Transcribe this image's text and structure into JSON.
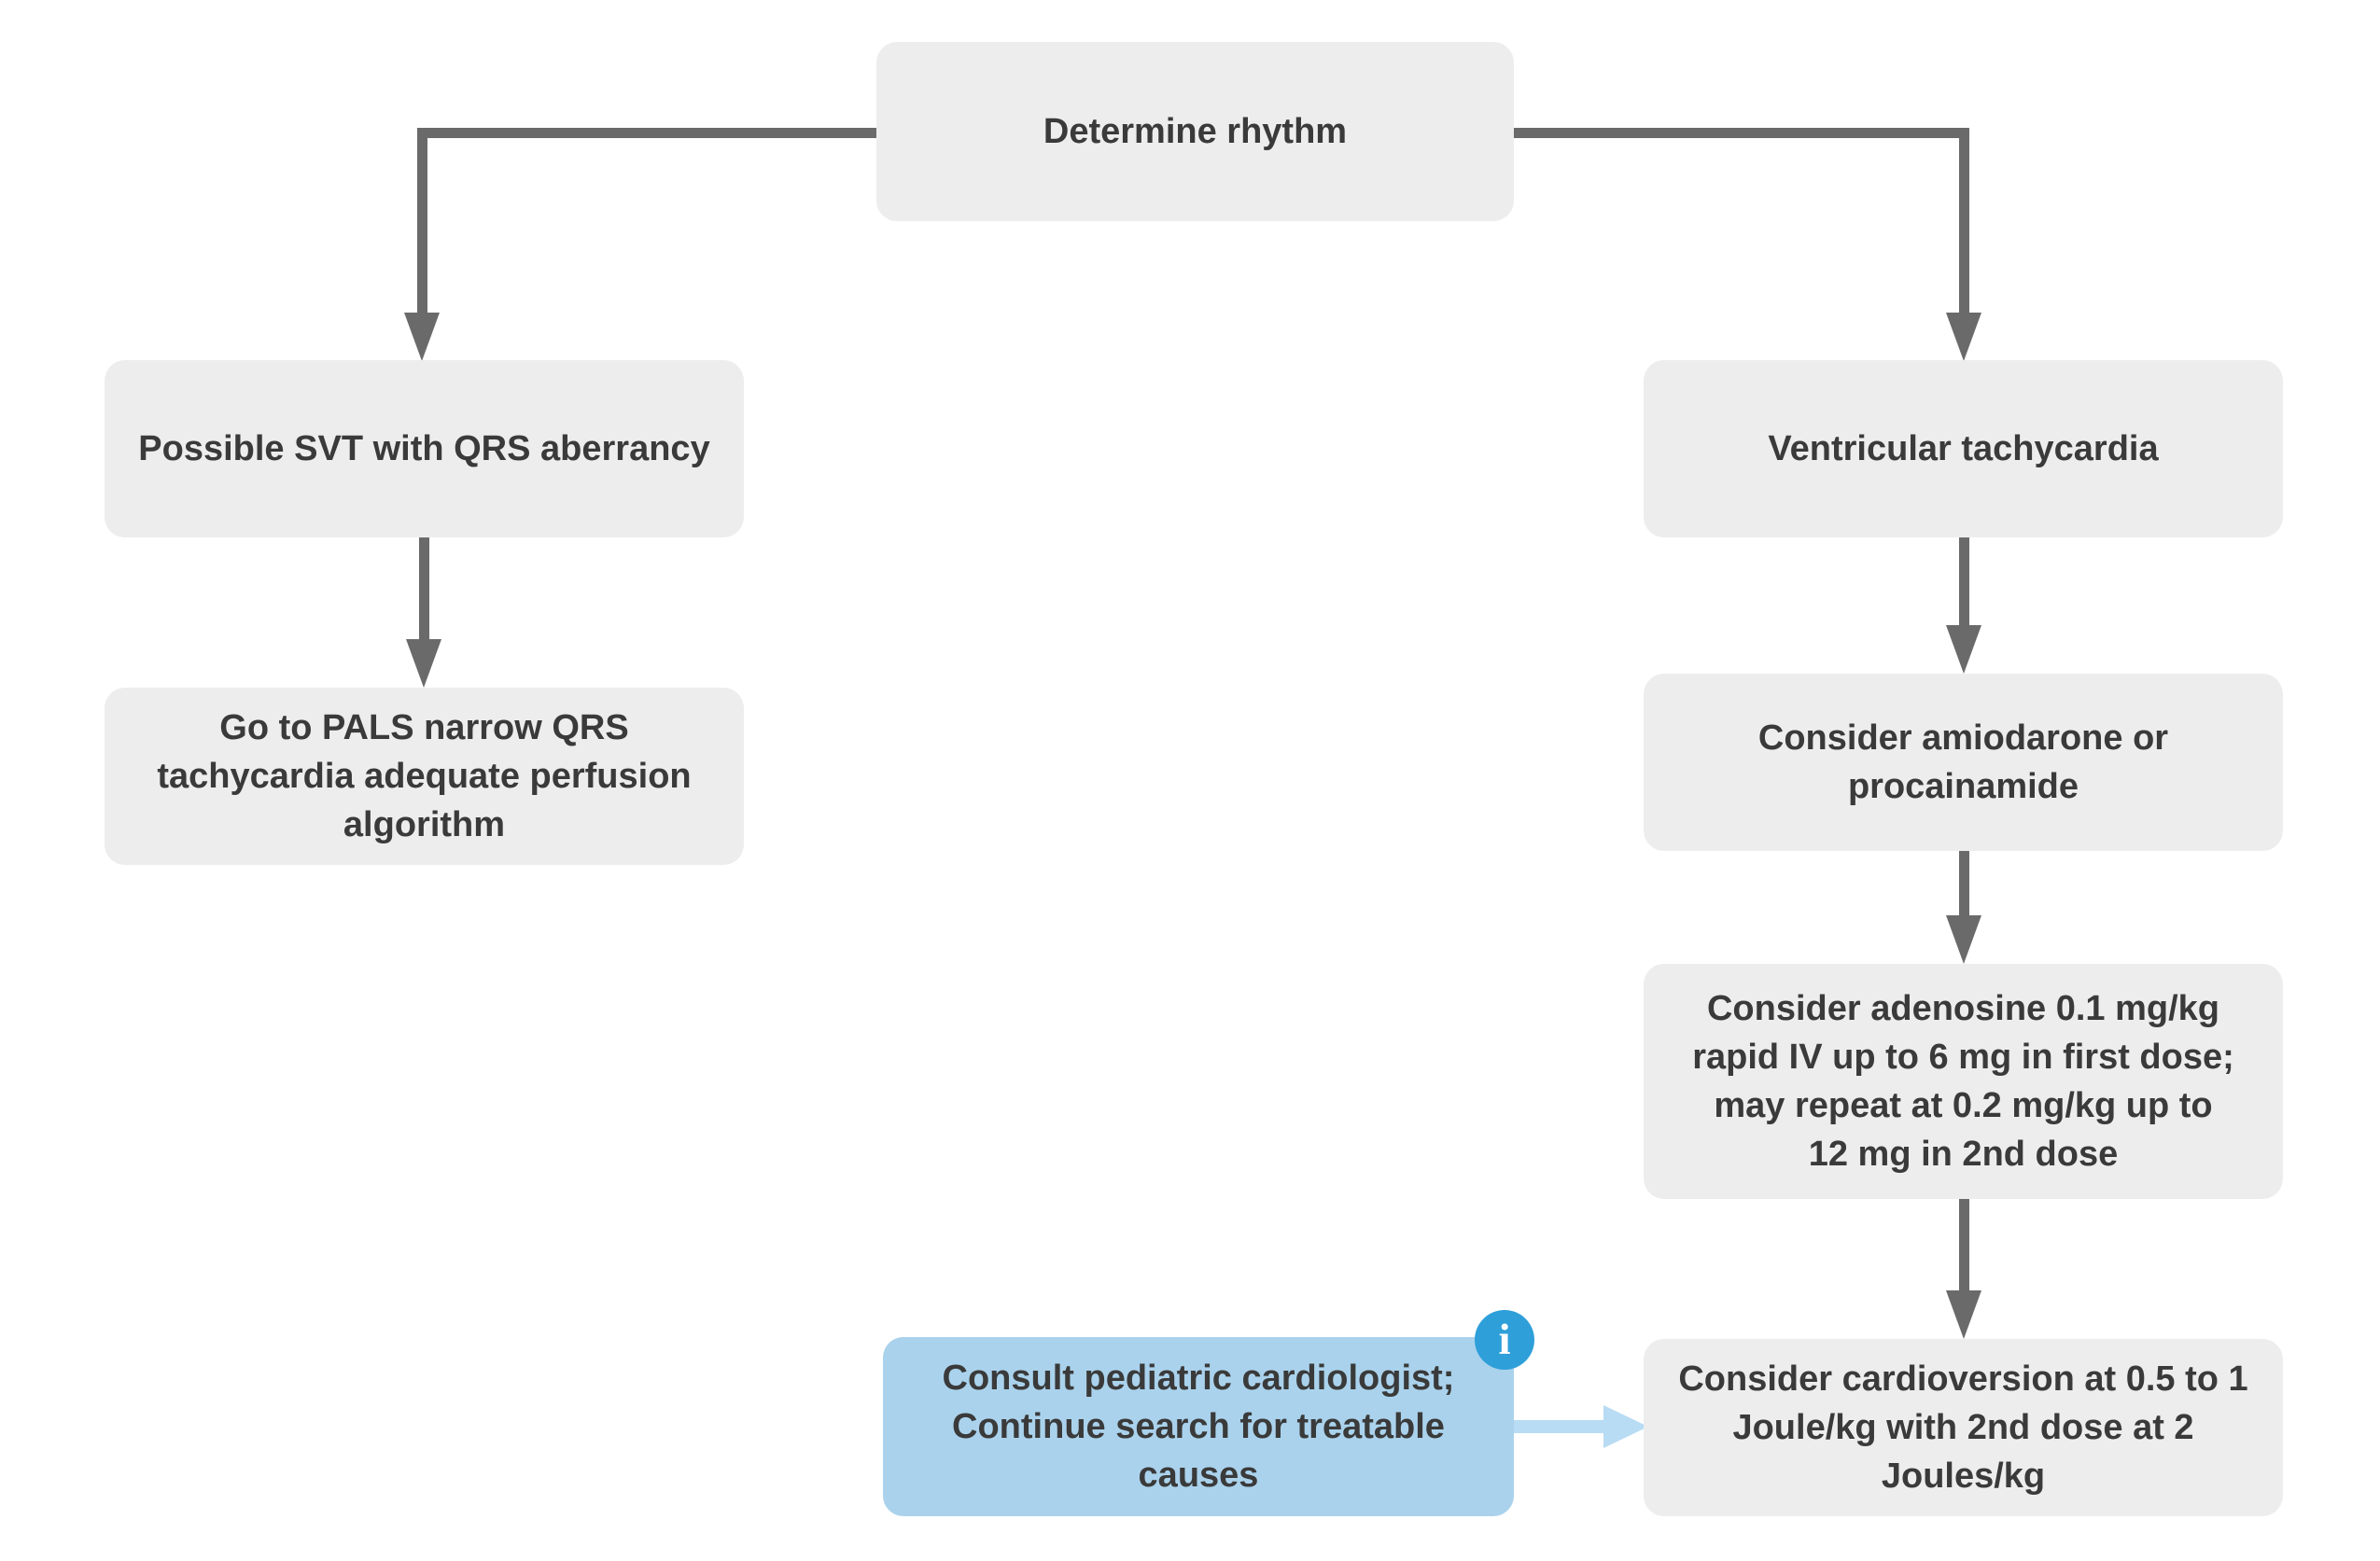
{
  "nodes": {
    "determine_rhythm": {
      "label": "Determine rhythm"
    },
    "possible_svt": {
      "label": "Possible SVT with QRS aberrancy"
    },
    "pals_narrow_qrs": {
      "label": "Go to PALS narrow QRS\ntachycardia adequate perfusion\nalgorithm"
    },
    "ventricular_tachycardia": {
      "label": "Ventricular tachycardia"
    },
    "amiodarone": {
      "label": "Consider amiodarone or\nprocainamide"
    },
    "adenosine": {
      "label": "Consider adenosine 0.1 mg/kg\nrapid IV up to 6 mg in first dose;\nmay repeat at 0.2 mg/kg up to\n12 mg in 2nd dose"
    },
    "consult_cardiologist": {
      "label": "Consult pediatric cardiologist;\nContinue search for treatable\ncauses"
    },
    "cardioversion": {
      "label": "Consider cardioversion at 0.5 to 1\nJoule/kg with 2nd dose at 2\nJoules/kg"
    }
  },
  "icons": {
    "info": {
      "name": "info-icon",
      "glyph": "i"
    }
  },
  "colors": {
    "background": "#ffffff",
    "node_fill": "#ededed",
    "node_text": "#3a3a3a",
    "connector": "#6a6a6a",
    "consult_fill": "#aad2ec",
    "consult_arrow": "#b8dcf4",
    "info_badge": "#2e9fd9",
    "info_glyph": "#ffffff"
  }
}
